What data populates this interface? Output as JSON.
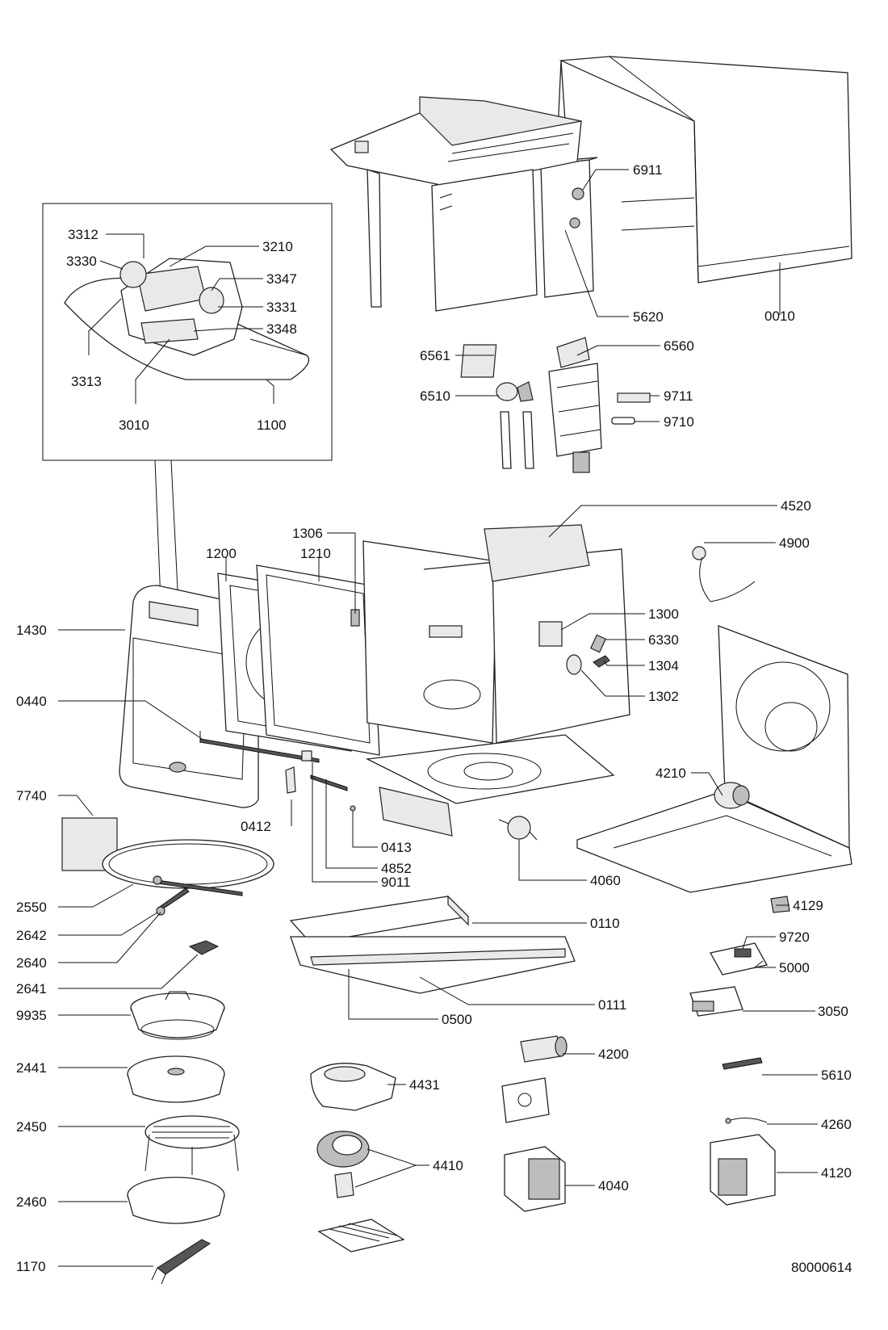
{
  "diagram": {
    "drawing_number": "80000614",
    "callouts": [
      {
        "id": "3312"
      },
      {
        "id": "3330"
      },
      {
        "id": "3210"
      },
      {
        "id": "3347"
      },
      {
        "id": "3331"
      },
      {
        "id": "3348"
      },
      {
        "id": "3313"
      },
      {
        "id": "3010"
      },
      {
        "id": "1100"
      },
      {
        "id": "6911"
      },
      {
        "id": "5620"
      },
      {
        "id": "0010"
      },
      {
        "id": "6561"
      },
      {
        "id": "6560"
      },
      {
        "id": "6510"
      },
      {
        "id": "9711"
      },
      {
        "id": "9710"
      },
      {
        "id": "4520"
      },
      {
        "id": "4900"
      },
      {
        "id": "1306"
      },
      {
        "id": "1200"
      },
      {
        "id": "1210"
      },
      {
        "id": "1430"
      },
      {
        "id": "1300"
      },
      {
        "id": "6330"
      },
      {
        "id": "1304"
      },
      {
        "id": "0440"
      },
      {
        "id": "1302"
      },
      {
        "id": "7740"
      },
      {
        "id": "4210"
      },
      {
        "id": "0412"
      },
      {
        "id": "0413"
      },
      {
        "id": "4852"
      },
      {
        "id": "9011"
      },
      {
        "id": "4060"
      },
      {
        "id": "2550"
      },
      {
        "id": "4129"
      },
      {
        "id": "2642"
      },
      {
        "id": "0110"
      },
      {
        "id": "9720"
      },
      {
        "id": "2640"
      },
      {
        "id": "5000"
      },
      {
        "id": "2641"
      },
      {
        "id": "0111"
      },
      {
        "id": "9935"
      },
      {
        "id": "0500"
      },
      {
        "id": "3050"
      },
      {
        "id": "4200"
      },
      {
        "id": "2441"
      },
      {
        "id": "4431"
      },
      {
        "id": "5610"
      },
      {
        "id": "4260"
      },
      {
        "id": "2450"
      },
      {
        "id": "4410"
      },
      {
        "id": "4120"
      },
      {
        "id": "4040"
      },
      {
        "id": "2460"
      },
      {
        "id": "1170"
      }
    ]
  }
}
